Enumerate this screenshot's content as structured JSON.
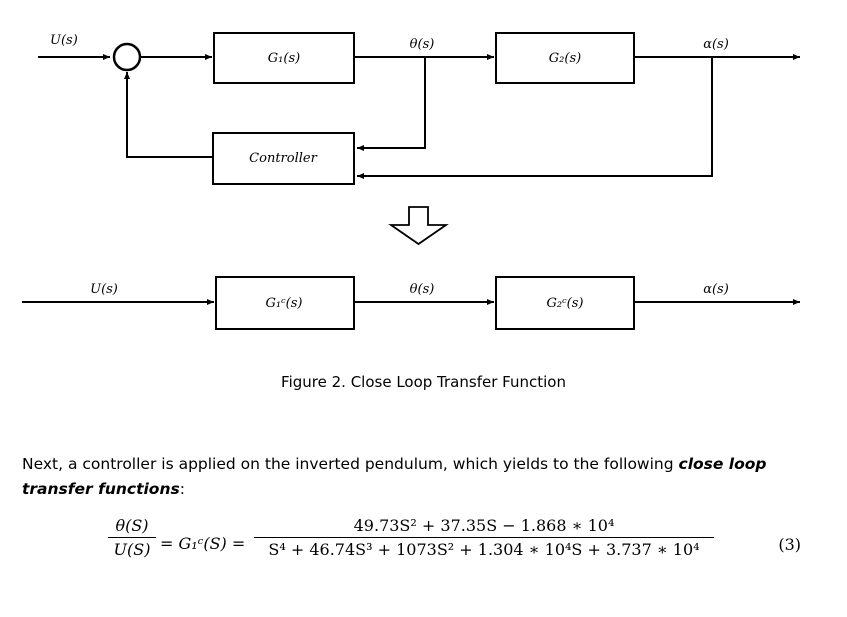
{
  "diagram_top": {
    "input_label": "U(s)",
    "block1": "G₁(s)",
    "mid_signal": "θ(s)",
    "block2": "G₂(s)",
    "output_label": "α(s)",
    "controller": "Controller"
  },
  "diagram_bottom": {
    "input_label": "U(s)",
    "block1": "G₁ᶜ(s)",
    "mid_signal": "θ(s)",
    "block2": "G₂ᶜ(s)",
    "output_label": "α(s)"
  },
  "caption": "Figure 2. Close Loop Transfer Function",
  "paragraph": {
    "text_before": "Next, a controller is applied on the inverted pendulum, which yields to the following ",
    "emphasis": "close loop transfer functions",
    "text_after": ":"
  },
  "equation": {
    "lhs_num": "θ(S)",
    "lhs_den": "U(S)",
    "middle": "= G₁ᶜ(S) =",
    "rhs_num": "49.73S² + 37.35S − 1.868 ∗ 10⁴",
    "rhs_den": "S⁴ + 46.74S³ + 1073S² + 1.304 ∗ 10⁴S + 3.737 ∗ 10⁴",
    "number": "(3)"
  }
}
